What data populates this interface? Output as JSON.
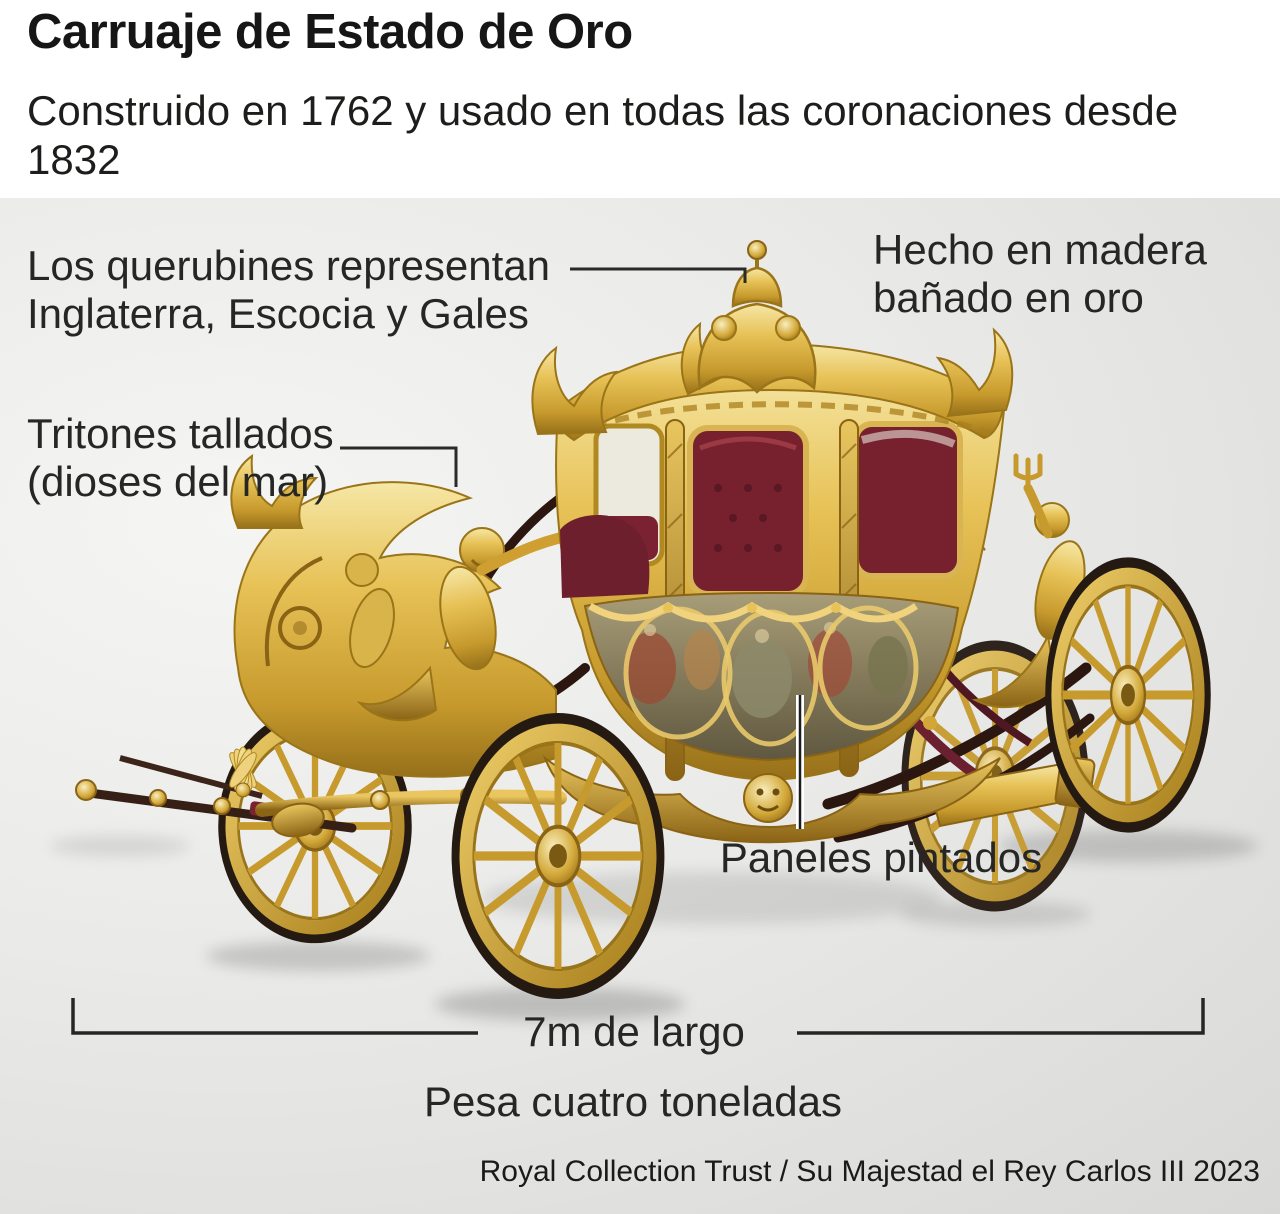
{
  "header": {
    "title": "Carruaje de Estado de Oro",
    "subtitle_line1": "Construido en 1762 y usado en todas las coronaciones desde",
    "subtitle_line2": "1832"
  },
  "annotations": {
    "cherubs_line1": "Los querubines representan",
    "cherubs_line2": "Inglaterra, Escocia y Gales",
    "material_line1": "Hecho en madera",
    "material_line2": "bañado en oro",
    "tritons_line1": "Tritones tallados",
    "tritons_line2": "(dioses del mar)",
    "painted_panels": "Paneles pintados",
    "length": "7m de largo",
    "weight": "Pesa cuatro toneladas"
  },
  "credit": "Royal Collection Trust / Su Majestad el Rey Carlos III 2023",
  "colors": {
    "text": "#1d1d1b",
    "annotation_line": "#2a2a28",
    "header_background": "#ffffff",
    "photo_background": "#e6e6e4",
    "coach_gold": "#c79a2d",
    "coach_gold_light": "#f0d37c",
    "coach_gold_dark": "#8a6315",
    "coach_crimson": "#7a2232",
    "beam_dark": "#2c1710"
  }
}
